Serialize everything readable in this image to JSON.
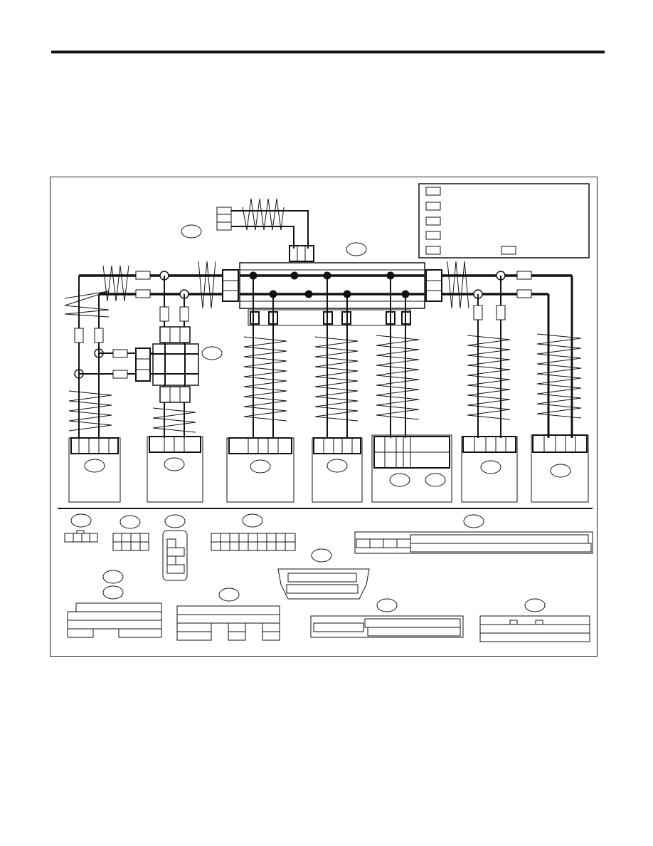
{
  "colors": {
    "line": "#111111",
    "background": "#ffffff"
  },
  "legend": {
    "rows": 5,
    "entries": []
  },
  "diagram": {
    "kind": "wiring-diagram",
    "bus_lines": 2,
    "lower_connectors": 7,
    "connector_views": 11
  }
}
